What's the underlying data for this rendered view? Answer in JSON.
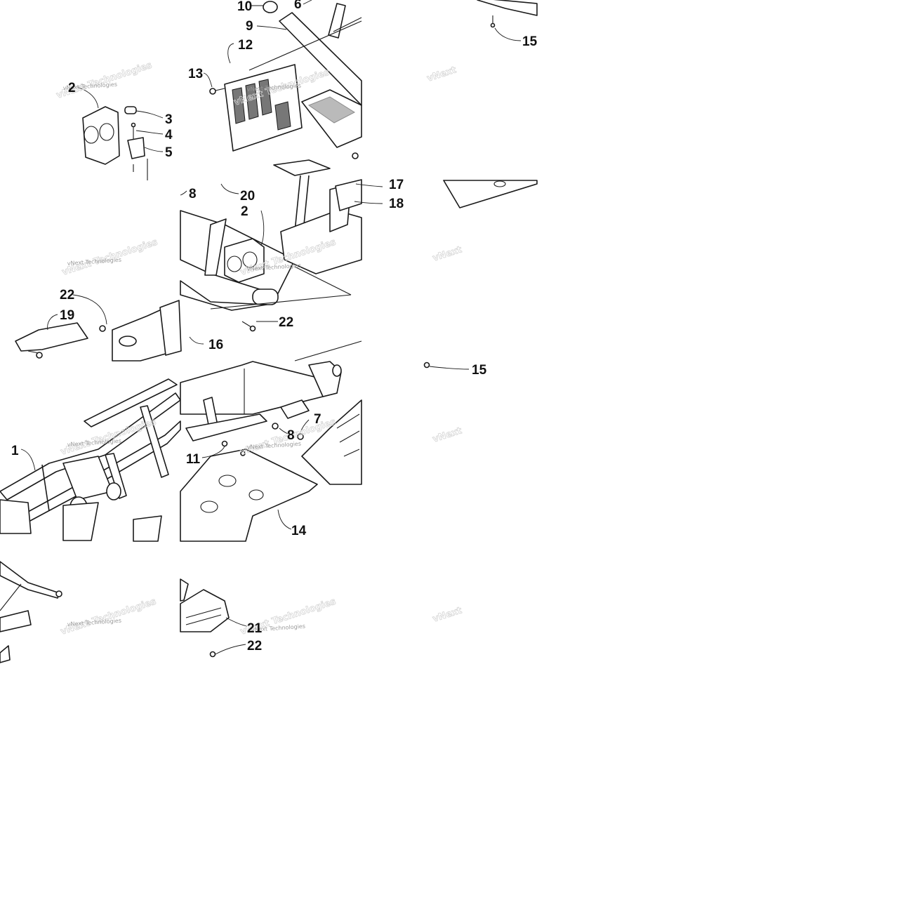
{
  "callouts": [
    {
      "id": "c-10a",
      "text": "10"
    },
    {
      "id": "c-6",
      "text": "6"
    },
    {
      "id": "c-9",
      "text": "9"
    },
    {
      "id": "c-12",
      "text": "12"
    },
    {
      "id": "c-13",
      "text": "13"
    },
    {
      "id": "c-15a",
      "text": "15"
    },
    {
      "id": "c-2a",
      "text": "2"
    },
    {
      "id": "c-3",
      "text": "3"
    },
    {
      "id": "c-4",
      "text": "4"
    },
    {
      "id": "c-5",
      "text": "5"
    },
    {
      "id": "c-17a",
      "text": "17"
    },
    {
      "id": "c-18",
      "text": "18"
    },
    {
      "id": "c-8a",
      "text": "8"
    },
    {
      "id": "c-20",
      "text": "20"
    },
    {
      "id": "c-2b",
      "text": "2"
    },
    {
      "id": "c-22a",
      "text": "22"
    },
    {
      "id": "c-19",
      "text": "19"
    },
    {
      "id": "c-22b",
      "text": "22"
    },
    {
      "id": "c-16",
      "text": "16"
    },
    {
      "id": "c-15b",
      "text": "15"
    },
    {
      "id": "c-7",
      "text": "7"
    },
    {
      "id": "c-8b",
      "text": "8"
    },
    {
      "id": "c-1",
      "text": "1"
    },
    {
      "id": "c-11",
      "text": "11"
    },
    {
      "id": "c-14",
      "text": "14"
    },
    {
      "id": "c-21",
      "text": "21"
    },
    {
      "id": "c-22c",
      "text": "22"
    }
  ],
  "watermark": {
    "text": "vNext Technologies"
  },
  "colors": {
    "line": "#1a1a1a",
    "background": "#ffffff",
    "watermark": "#9a9a9a"
  }
}
